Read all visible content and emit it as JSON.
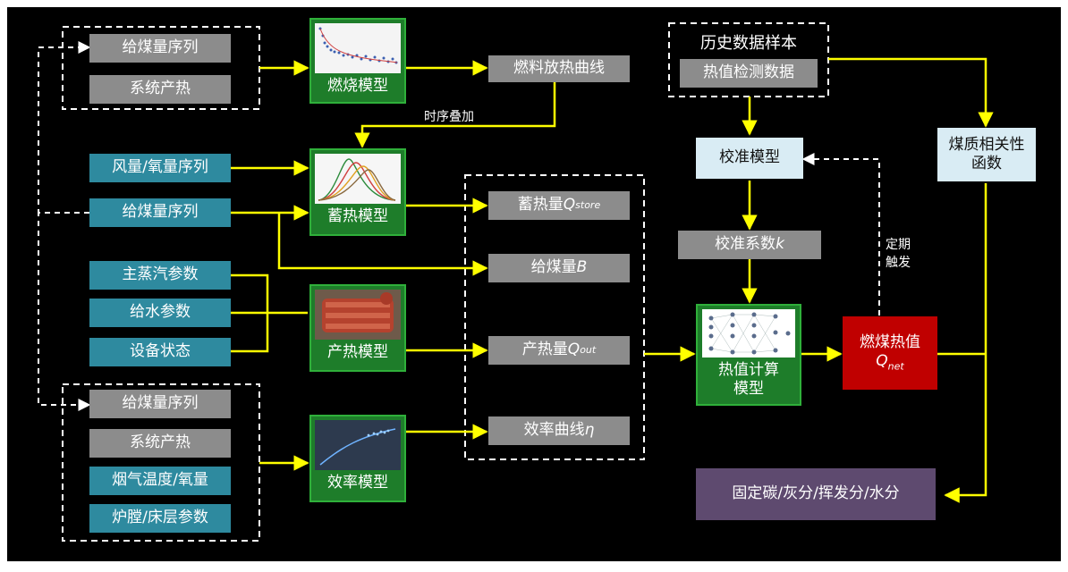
{
  "inputs": {
    "coal_seq": "给煤量序列",
    "system_heat": "系统产热",
    "wind_oxygen": "风量/氧量序列",
    "main_steam": "主蒸汽参数",
    "feedwater": "给水参数",
    "equip_state": "设备状态",
    "flue_gas": "烟气温度/氧量",
    "furnace_bed": "炉膛/床层参数"
  },
  "models": {
    "combustion": "燃烧模型",
    "storage": "蓄热模型",
    "heat_prod": "产热模型",
    "efficiency": "效率模型",
    "heat_value_calc": "热值计算模型",
    "calibration": "校准模型"
  },
  "outputs": {
    "fuel_curve": "燃料放热曲线",
    "store_heat": "蓄热量",
    "store_sym": "Q",
    "store_sub": "store",
    "coal_amount": "给煤量",
    "coal_sym": "B",
    "out_heat": "产热量",
    "out_sym": "Q",
    "out_sub": "out",
    "eff_curve": "效率曲线",
    "eff_sym": "η",
    "calib_coef": "校准系数",
    "calib_sym": "k",
    "coal_value": "燃煤热值",
    "net_sym": "Q",
    "net_sub": "net",
    "coal_quality_fn": "煤质相关性函数",
    "composition": "固定碳/灰分/挥发分/水分"
  },
  "history": {
    "title": "历史数据样本",
    "detect": "热值检测数据"
  },
  "annotations": {
    "time_overlay": "时序叠加",
    "periodic_trigger": "定期触发"
  },
  "colors": {
    "background": "#000000",
    "arrow": "#ffff00",
    "input_gray": "#8c8c8c",
    "input_teal": "#2e8a9f",
    "model_green": "#1e7d2a",
    "result_red": "#c00000",
    "result_purple": "#5e4a6f",
    "calib_light": "#d9ecf4"
  }
}
